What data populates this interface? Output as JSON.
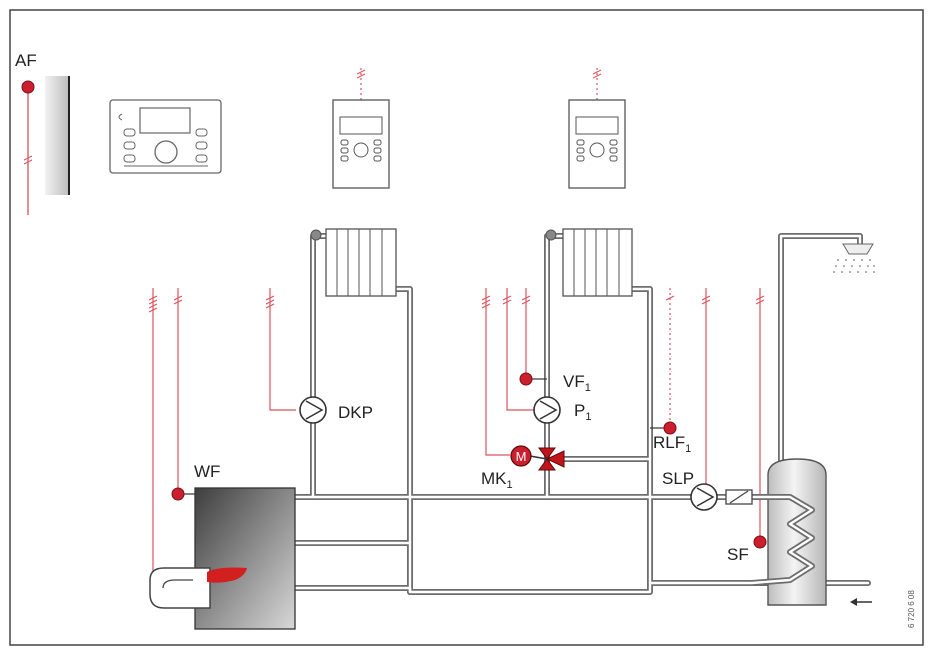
{
  "labels": {
    "af": "AF",
    "wf": "WF",
    "dkp": "DKP",
    "vf": "VF",
    "vf_sub": "1",
    "p": "P",
    "p_sub": "1",
    "mk": "MK",
    "mk_sub": "1",
    "rlf": "RLF",
    "rlf_sub": "1",
    "slp": "SLP",
    "sf": "SF",
    "mixer_motor": "M"
  },
  "side_code": "6 720 6 08",
  "colors": {
    "pipe": "#8a8a8a",
    "sensor": "#cc1f2e",
    "signal": "#d9545e",
    "boiler_dark": "#4a4a4a",
    "boiler_light": "#d4d4d4",
    "frame": "#444444"
  }
}
